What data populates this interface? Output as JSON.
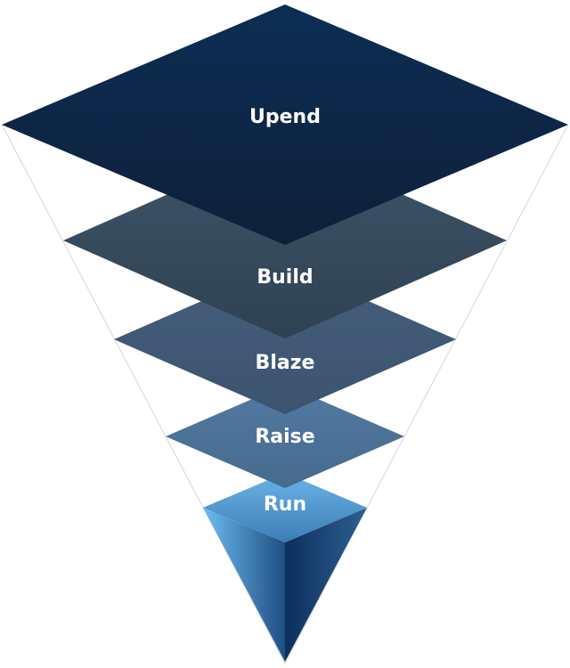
{
  "diagram": {
    "type": "inverted-pyramid-layers",
    "layers": [
      {
        "label": "Upend",
        "color_top": "#0c2d55",
        "color_bottom": "#0f2039"
      },
      {
        "label": "Build",
        "color_top": "#3e5468",
        "color_bottom": "#2f4252"
      },
      {
        "label": "Blaze",
        "color_top": "#435e7d",
        "color_bottom": "#3d546f"
      },
      {
        "label": "Raise",
        "color_top": "#527aa3",
        "color_bottom": "#476a8e"
      },
      {
        "label": "Run",
        "color_top": "#6ab4e8",
        "color_bottom": "#3d7db5",
        "side_left_light": "#6dbdf2",
        "side_left_dark": "#1f4e82",
        "side_right_light": "#2d6094",
        "side_right_dark": "#0c2f5c"
      }
    ],
    "outline_color": "#d6d6d6"
  }
}
